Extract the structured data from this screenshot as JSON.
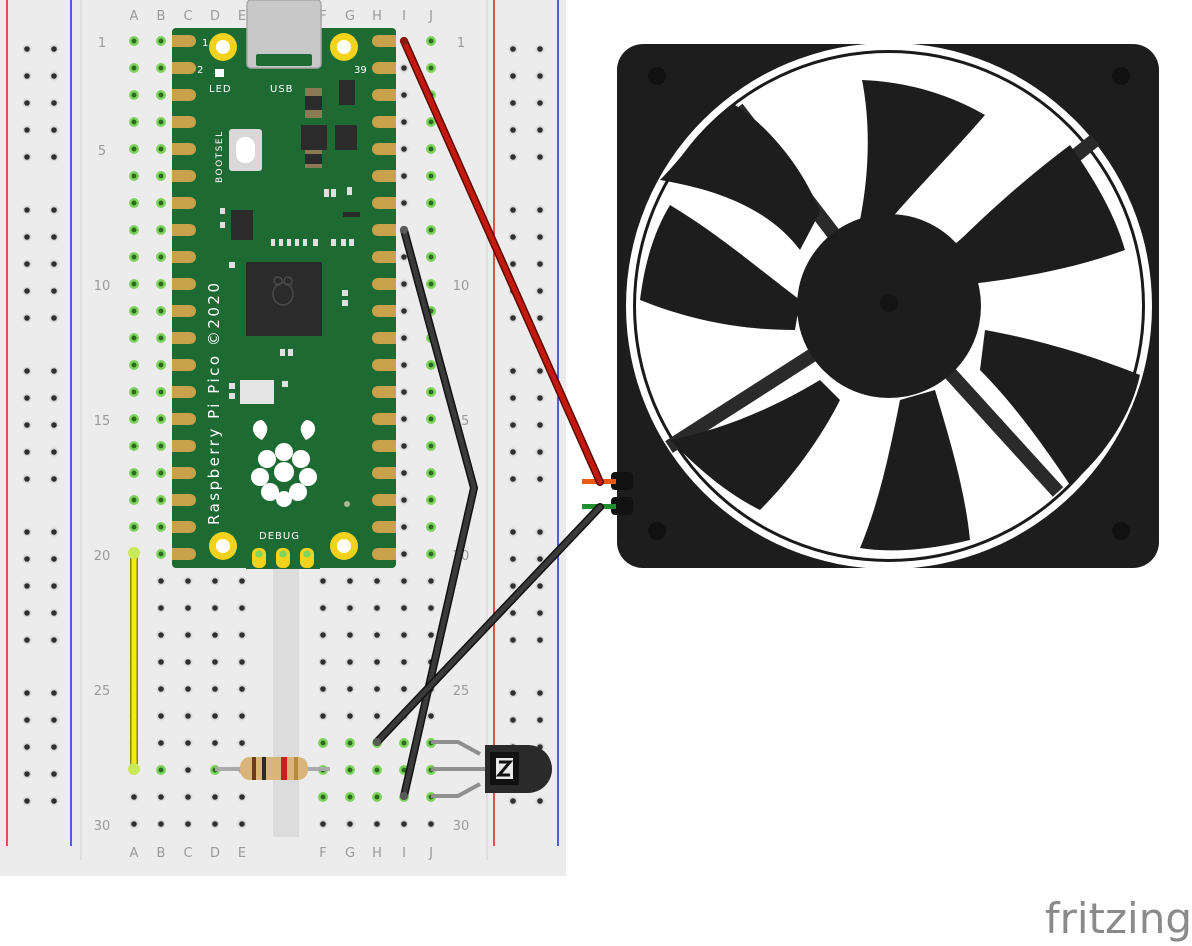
{
  "breadboard": {
    "column_labels": [
      "A",
      "B",
      "C",
      "D",
      "E",
      "F",
      "G",
      "H",
      "I",
      "J"
    ],
    "row_numbers": [
      "1",
      "5",
      "10",
      "15",
      "20",
      "25",
      "30"
    ]
  },
  "pico": {
    "name": "Raspberry Pi Pico ©2020",
    "led_label": "LED",
    "usb_label": "USB",
    "bootsel_label": "BOOTSEL",
    "debug_label": "DEBUG",
    "pin1_label": "1",
    "pin2_label": "2",
    "pin39_label": "39"
  },
  "brand": "fritzing",
  "colors": {
    "board": "#ececec",
    "pcb": "#1d6b33",
    "hole_active": "#7ed35f",
    "wire_red": "#c3190f",
    "wire_black": "#222222",
    "wire_yellow": "#f2ea14",
    "rail_red": "#d32020",
    "rail_blue": "#2030c8"
  },
  "components": [
    "fan-icon",
    "transistor-icon",
    "resistor-icon"
  ]
}
